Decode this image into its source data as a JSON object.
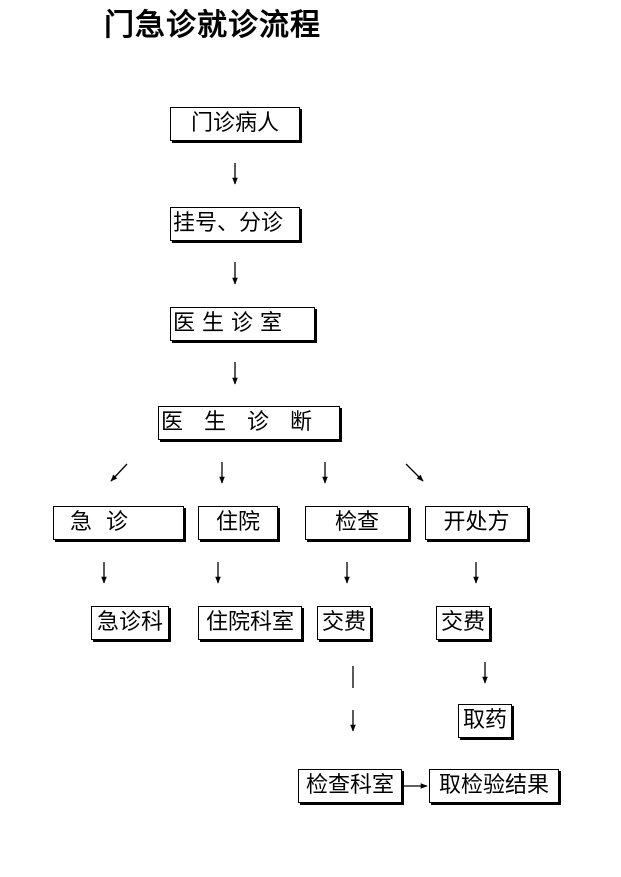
{
  "title": "门急诊就诊流程",
  "nodes": {
    "outpatient": "门诊病人",
    "registration": "挂号、分诊",
    "clinic_room": "医 生 诊 室",
    "diagnosis": "医   生   诊   断",
    "emergency": "  急  诊",
    "inpatient": "住院",
    "examination": "检查",
    "prescription": "开处方",
    "emergency_dept": "急诊科",
    "inpatient_dept": "住院科室",
    "exam_payment": "交费",
    "rx_payment": "交费",
    "get_medicine": "取药",
    "exam_dept": "检查科室",
    "get_results": "取检验结果"
  },
  "colors": {
    "line": "#000000",
    "background": "#ffffff"
  }
}
